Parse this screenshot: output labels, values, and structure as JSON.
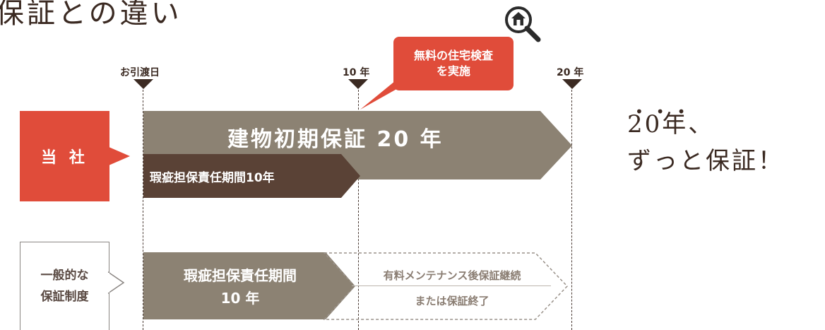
{
  "title": "保証との違い",
  "timeline": {
    "markers": [
      "お引渡日",
      "10 年",
      "20 年"
    ]
  },
  "callout": {
    "line1": "無料の住宅検査",
    "line2": "を実施",
    "icon": "house-search-icon"
  },
  "rows": {
    "company": {
      "label": "当 社",
      "main_bar": "建物初期保証 20 年",
      "sub_bar": "瑕疵担保責任期間10年"
    },
    "general": {
      "label_line1": "一般的な",
      "label_line2": "保証制度",
      "bar_line1": "瑕疵担保責任期間",
      "bar_line2": "10 年",
      "dashed_line1": "有料メンテナンス後保証継続",
      "dashed_line2": "または保証終了"
    }
  },
  "tagline": {
    "line1": "20年、",
    "line2": "ずっと保証！"
  },
  "colors": {
    "red": "#e04c3a",
    "taupe": "#8c8273",
    "dark_brown": "#5a4236",
    "text": "#3b2a22"
  }
}
